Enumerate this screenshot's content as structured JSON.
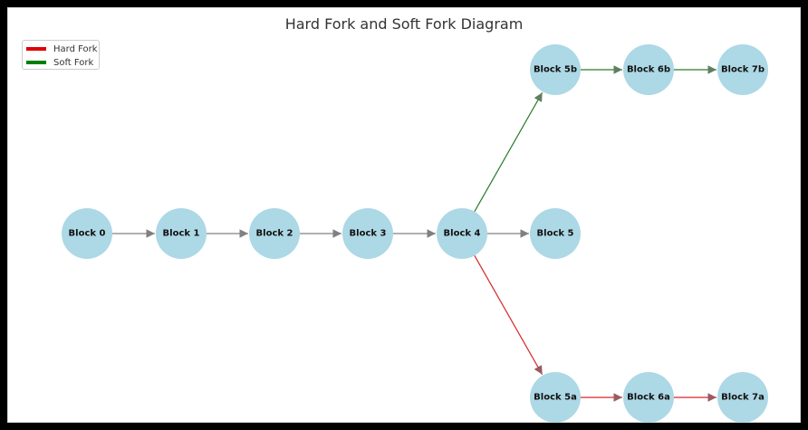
{
  "title": "Hard Fork and Soft Fork Diagram",
  "colors": {
    "node_fill": "#add8e6",
    "main_edge": "#808080",
    "hard_fork": "#d62728",
    "soft_fork": "#2a7a2a",
    "legend_hard": "#e00000",
    "legend_soft": "#008000"
  },
  "legend": {
    "items": [
      {
        "label": "Hard Fork",
        "color": "#e00000"
      },
      {
        "label": "Soft Fork",
        "color": "#008000"
      }
    ]
  },
  "nodes": [
    {
      "id": "b0",
      "label": "Block 0"
    },
    {
      "id": "b1",
      "label": "Block 1"
    },
    {
      "id": "b2",
      "label": "Block 2"
    },
    {
      "id": "b3",
      "label": "Block 3"
    },
    {
      "id": "b4",
      "label": "Block 4"
    },
    {
      "id": "b5",
      "label": "Block 5"
    },
    {
      "id": "b5b",
      "label": "Block 5b"
    },
    {
      "id": "b6b",
      "label": "Block 6b"
    },
    {
      "id": "b7b",
      "label": "Block 7b"
    },
    {
      "id": "b5a",
      "label": "Block 5a"
    },
    {
      "id": "b6a",
      "label": "Block 6a"
    },
    {
      "id": "b7a",
      "label": "Block 7a"
    }
  ],
  "edges": [
    {
      "from": "b0",
      "to": "b1",
      "kind": "main"
    },
    {
      "from": "b1",
      "to": "b2",
      "kind": "main"
    },
    {
      "from": "b2",
      "to": "b3",
      "kind": "main"
    },
    {
      "from": "b3",
      "to": "b4",
      "kind": "main"
    },
    {
      "from": "b4",
      "to": "b5",
      "kind": "main"
    },
    {
      "from": "b4",
      "to": "b5b",
      "kind": "soft"
    },
    {
      "from": "b5b",
      "to": "b6b",
      "kind": "soft"
    },
    {
      "from": "b6b",
      "to": "b7b",
      "kind": "soft"
    },
    {
      "from": "b4",
      "to": "b5a",
      "kind": "hard"
    },
    {
      "from": "b5a",
      "to": "b6a",
      "kind": "hard"
    },
    {
      "from": "b6a",
      "to": "b7a",
      "kind": "hard"
    }
  ]
}
